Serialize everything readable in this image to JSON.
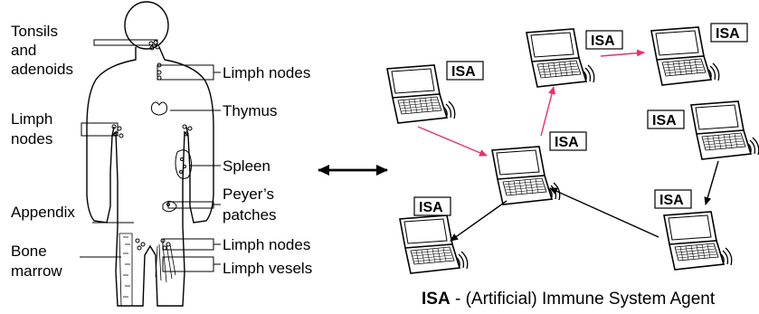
{
  "anatomy": {
    "labels": {
      "tonsils_1": "Tonsils",
      "tonsils_2": "and",
      "tonsils_3": "adenoids",
      "limph_nodes_neck": "Limph nodes",
      "thymus": "Thymus",
      "limph_nodes_arm_1": "Limph",
      "limph_nodes_arm_2": "nodes",
      "spleen": "Spleen",
      "peyers_1": "Peyer’s",
      "peyers_2": "patches",
      "appendix": "Appendix",
      "limph_nodes_groin": "Limph nodes",
      "bone_marrow_1": "Bone",
      "bone_marrow_2": "marrow",
      "limph_vesels": "Limph vesels"
    }
  },
  "network": {
    "agent_label": "ISA",
    "caption_bold": "ISA",
    "caption_rest": " - (Artificial) Immune System Agent"
  },
  "colors": {
    "pink_arrow": "#e8306e",
    "black": "#000000"
  }
}
